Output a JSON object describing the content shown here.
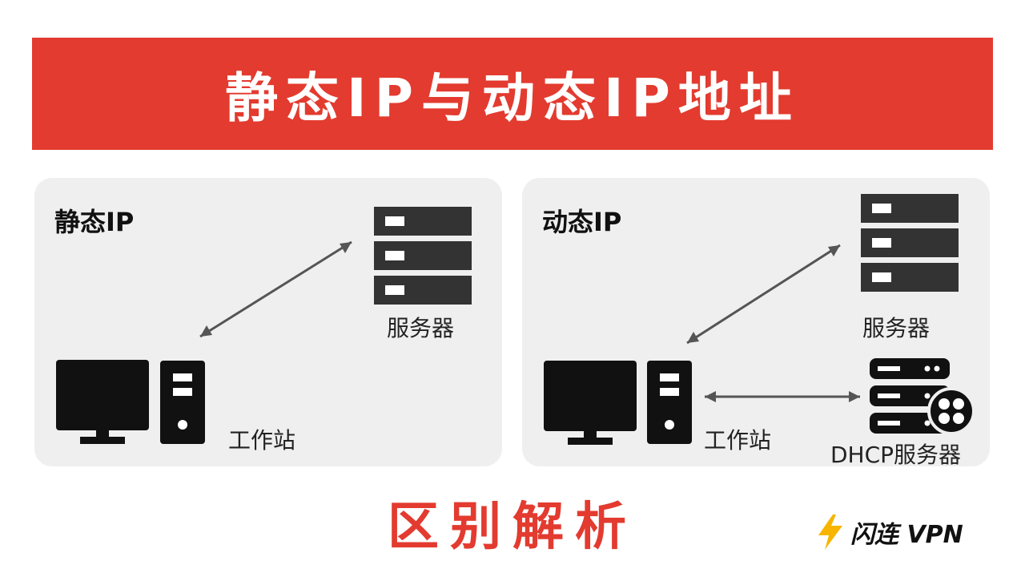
{
  "header": {
    "title": "静态IP与动态IP地址"
  },
  "static_panel": {
    "title": "静态IP",
    "server_label": "服务器",
    "workstation_label": "工作站"
  },
  "dynamic_panel": {
    "title": "动态IP",
    "server_label": "服务器",
    "workstation_label": "工作站",
    "dhcp_label": "DHCP服务器"
  },
  "footer": {
    "title": "区别解析"
  },
  "brand": {
    "name": "闪连 VPN",
    "icon": "lightning-bolt-icon"
  },
  "colors": {
    "accent": "#e33b2f",
    "panel_bg": "#efefef",
    "device": "#111111",
    "server": "#333333"
  }
}
